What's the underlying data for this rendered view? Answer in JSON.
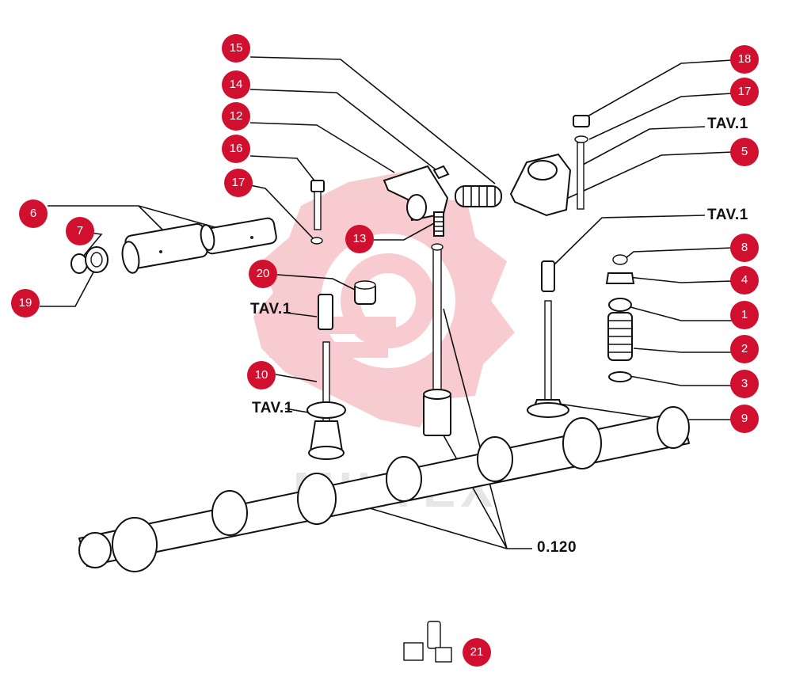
{
  "watermark": {
    "text": "MILTEX",
    "color": "#f6c3c7"
  },
  "colors": {
    "callout": "#d0102e",
    "line": "#111111"
  },
  "callouts": [
    {
      "id": "c15",
      "label": "15"
    },
    {
      "id": "c14",
      "label": "14"
    },
    {
      "id": "c12",
      "label": "12"
    },
    {
      "id": "c16",
      "label": "16"
    },
    {
      "id": "c17a",
      "label": "17"
    },
    {
      "id": "c6",
      "label": "6"
    },
    {
      "id": "c7",
      "label": "7"
    },
    {
      "id": "c19",
      "label": "19"
    },
    {
      "id": "c13",
      "label": "13"
    },
    {
      "id": "c20",
      "label": "20"
    },
    {
      "id": "c10",
      "label": "10"
    },
    {
      "id": "c18",
      "label": "18"
    },
    {
      "id": "c17b",
      "label": "17"
    },
    {
      "id": "c5",
      "label": "5"
    },
    {
      "id": "c8",
      "label": "8"
    },
    {
      "id": "c4",
      "label": "4"
    },
    {
      "id": "c1",
      "label": "1"
    },
    {
      "id": "c2",
      "label": "2"
    },
    {
      "id": "c3",
      "label": "3"
    },
    {
      "id": "c9",
      "label": "9"
    },
    {
      "id": "c21",
      "label": "21"
    }
  ],
  "references": [
    {
      "id": "tav-top-right",
      "label": "TAV.1"
    },
    {
      "id": "tav-right",
      "label": "TAV.1"
    },
    {
      "id": "tav-left-upper",
      "label": "TAV.1"
    },
    {
      "id": "tav-left-lower",
      "label": "TAV.1"
    },
    {
      "id": "ref-0120",
      "label": "0.120"
    }
  ]
}
